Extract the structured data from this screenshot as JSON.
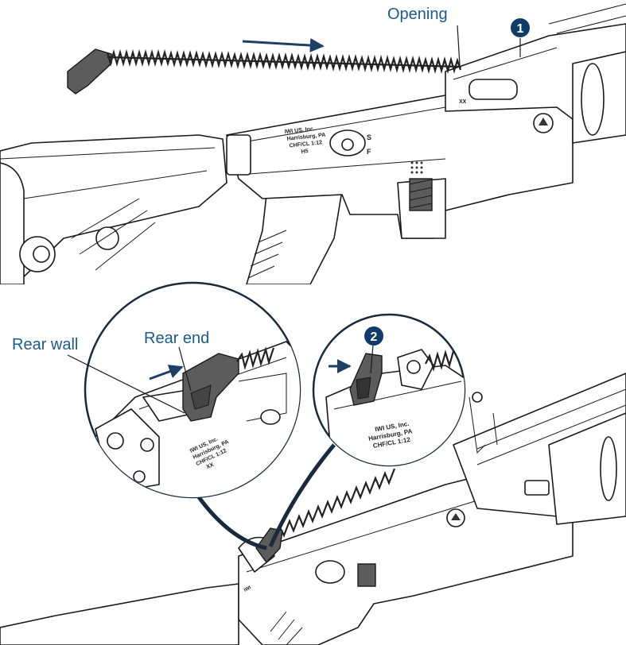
{
  "labels": {
    "opening": "Opening",
    "rear_end": "Rear end",
    "rear_wall": "Rear wall"
  },
  "badges": {
    "step1": "1",
    "step2": "2"
  },
  "stamps": {
    "top": [
      "IWI US, Inc.",
      "Harrisburg, PA",
      "CHF/CL 1:12",
      "H5"
    ],
    "detail_left": [
      "IWI US, Inc.",
      "Harrisburg, PA",
      "CHF/CL 1:12",
      "XX"
    ],
    "detail_right": [
      "IWI US, Inc.",
      "Harrisburg, PA",
      "CHF/CL 1:12"
    ],
    "safety_s": "S",
    "safety_f": "F",
    "xx_mark": "XX"
  },
  "colors": {
    "accent": "#1f5a86",
    "badge": "#0f3b66",
    "arrow": "#1f3f66",
    "outline": "#1a1a1a",
    "dark_part": "#5c5c5c"
  },
  "icons": {
    "logo": "iwi-logo-icon",
    "arrows": "direction-arrow-icon"
  }
}
